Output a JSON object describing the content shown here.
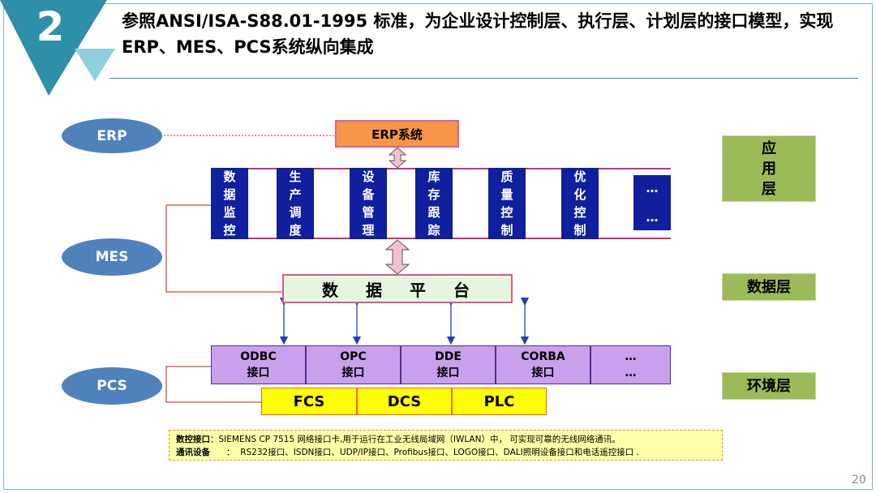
{
  "slide": {
    "number": "2",
    "title": "参照ANSI/ISA-S88.01-1995 标准，为企业设计控制层、执行层、计划层的接口模型，实现ERP、MES、PCS系统纵向集成",
    "page": "20"
  },
  "levels": {
    "erp": "ERP",
    "mes": "MES",
    "pcs": "PCS"
  },
  "erp_system": "ERP系统",
  "mes_modules": [
    [
      "数",
      "据",
      "监",
      "控"
    ],
    [
      "生",
      "产",
      "调",
      "度"
    ],
    [
      "设",
      "备",
      "管",
      "理"
    ],
    [
      "库",
      "存",
      "跟",
      "踪"
    ],
    [
      "质",
      "量",
      "控",
      "制"
    ],
    [
      "优",
      "化",
      "控",
      "制"
    ],
    [
      "…",
      "…"
    ]
  ],
  "data_platform": "数据平台",
  "interfaces": [
    {
      "name": "ODBC",
      "suffix": "接口"
    },
    {
      "name": "OPC",
      "suffix": "接口"
    },
    {
      "name": "DDE",
      "suffix": "接口"
    },
    {
      "name": "CORBA",
      "suffix": "接口"
    },
    {
      "name": "…",
      "suffix": "…"
    }
  ],
  "field_systems": [
    "FCS",
    "DCS",
    "PLC"
  ],
  "layers": {
    "application": [
      "应",
      "用",
      "层"
    ],
    "data": "数据层",
    "environment": "环境层"
  },
  "notes": [
    {
      "label": "数控接口",
      "text": "：SIEMENS CP 7515 网络接口卡,用于运行在工业无线局域网（IWLAN）中， 可实现可靠的无线网络通讯。"
    },
    {
      "label": "通讯设备",
      "text": "      ：  RS232接口、ISDN接口、UDP/IP接口、Profibus接口、LOGO接口、DALI照明设备接口和电话遥控接口 ."
    }
  ],
  "colors": {
    "ellipse": "#4f81bd",
    "erp_box": "#f79646",
    "mes_module": "#0f1f9e",
    "platform": "#e4f6e0",
    "interface": "#c8a0ec",
    "field": "#ffff00",
    "layer": "#9bbb59",
    "badge": "#2e8fa8"
  }
}
